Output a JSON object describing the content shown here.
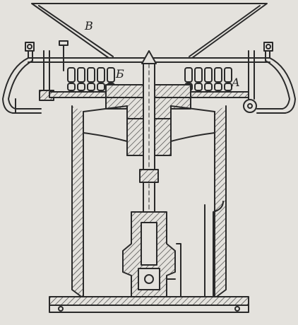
{
  "labels": {
    "b_label": "B",
    "be_label": "Б",
    "a_label": "A"
  },
  "colors": {
    "paper": "#e4e2dd",
    "ink": "#2a2a2a",
    "hatch": "#3a3a3a"
  }
}
